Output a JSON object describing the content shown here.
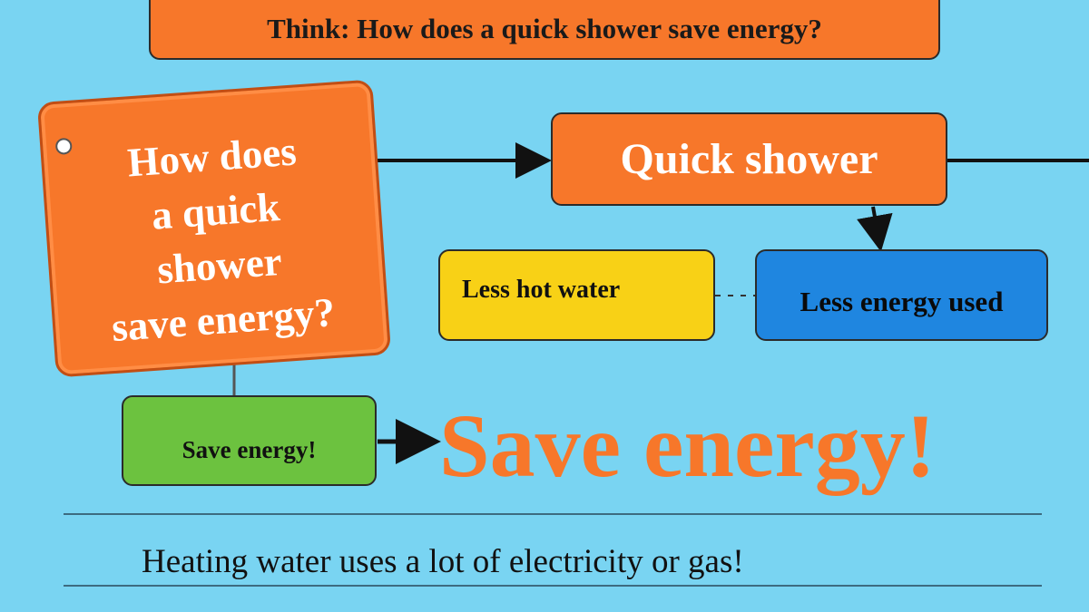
{
  "banner": {
    "text": "Think: How does a quick shower save energy?"
  },
  "sign": {
    "text": "How does\na quick\nshower\nsave energy?"
  },
  "nodes": {
    "quick_shower": "Quick shower",
    "less_hot_water": "Less hot water",
    "less_energy_used": "Less energy used",
    "save_energy_box": "Save energy!",
    "save_energy_big": "Save energy!"
  },
  "caption": "Heating water uses a lot of electricity or gas!",
  "colors": {
    "background": "#79d4f2",
    "orange": "#f7772a",
    "yellow": "#f8d116",
    "blue": "#1f86e0",
    "green": "#6cc23f"
  }
}
